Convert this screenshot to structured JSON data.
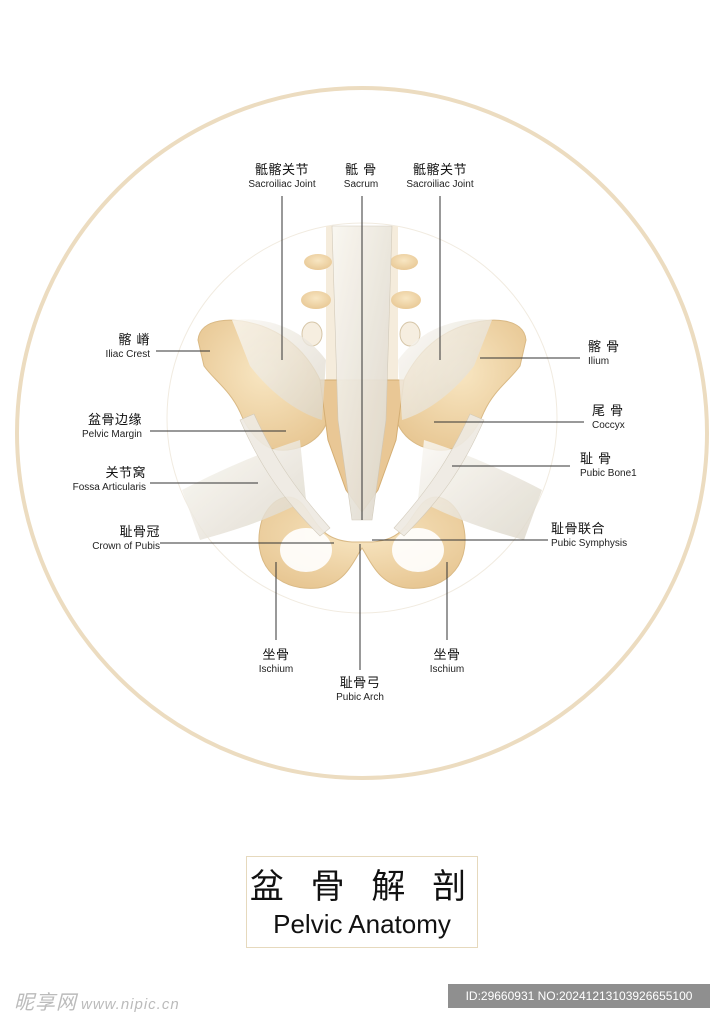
{
  "labels": {
    "sacroiliac_left": {
      "zh": "骶髂关节",
      "en": "Sacroiliac Joint"
    },
    "sacrum": {
      "zh": "骶 骨",
      "en": "Sacrum"
    },
    "sacroiliac_right": {
      "zh": "骶髂关节",
      "en": "Sacroiliac Joint"
    },
    "iliac_crest": {
      "zh": "髂 嵴",
      "en": "Iliac Crest"
    },
    "ilium": {
      "zh": "髂 骨",
      "en": "Ilium"
    },
    "pelvic_margin": {
      "zh": "盆骨边缘",
      "en": "Pelvic Margin"
    },
    "coccyx": {
      "zh": "尾 骨",
      "en": "Coccyx"
    },
    "fossa": {
      "zh": "关节窝",
      "en": "Fossa Articularis"
    },
    "pubic_bone": {
      "zh": "耻 骨",
      "en": "Pubic Bone1"
    },
    "crown_pubis": {
      "zh": "耻骨冠",
      "en": "Crown of Pubis"
    },
    "pubic_symphysis": {
      "zh": "耻骨联合",
      "en": "Pubic Symphysis"
    },
    "ischium_left": {
      "zh": "坐骨",
      "en": "Ischium"
    },
    "pubic_arch": {
      "zh": "耻骨弓",
      "en": "Pubic Arch"
    },
    "ischium_right": {
      "zh": "坐骨",
      "en": "Ischium"
    }
  },
  "title": {
    "zh": "盆 骨 解 剖",
    "en": "Pelvic Anatomy"
  },
  "watermark": {
    "brand": "昵享网",
    "site": "www.nipic.cn"
  },
  "id_bar": "ID:29660931 NO:20241213103926655100",
  "colors": {
    "outer_ring": "#ecdcc0",
    "bone": "#f0d9ae",
    "bone_shadow": "#d9b985",
    "ligament": "#ece8df",
    "leader_line": "#333333"
  }
}
